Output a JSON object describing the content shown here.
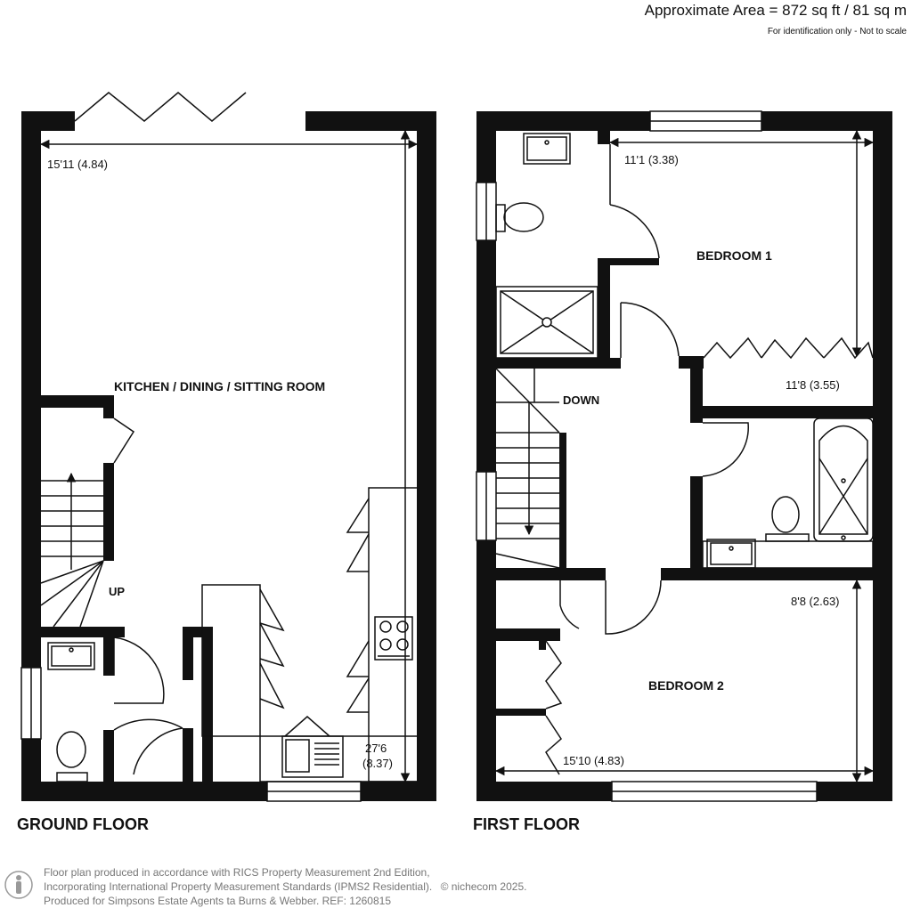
{
  "header": {
    "area": "Approximate Area = 872 sq ft / 81 sq m",
    "note": "For identification only - Not to scale"
  },
  "ground_floor": {
    "title": "GROUND FLOOR",
    "room": "KITCHEN / DINING / SITTING ROOM",
    "width_dim": "15'11 (4.84)",
    "length_dim_ft": "27'6",
    "length_dim_m": "(8.37)",
    "stairs_label": "UP"
  },
  "first_floor": {
    "title": "FIRST FLOOR",
    "bedroom1": "BEDROOM 1",
    "bedroom1_width": "11'1 (3.38)",
    "bedroom1_length": "11'8 (3.55)",
    "bedroom2": "BEDROOM 2",
    "bedroom2_width": "15'10 (4.83)",
    "bedroom2_length": "8'8 (2.63)",
    "stairs_label": "DOWN"
  },
  "footer": {
    "line1": "Floor plan produced in accordance with RICS Property Measurement 2nd Edition,",
    "line2": "Incorporating International Property Measurement Standards (IPMS2 Residential).",
    "copyright": "© nichecom 2025.",
    "line3": "Produced for Simpsons Estate Agents ta Burns & Webber.   REF:  1260815"
  },
  "icons": {
    "logo": "person-figure-icon"
  }
}
